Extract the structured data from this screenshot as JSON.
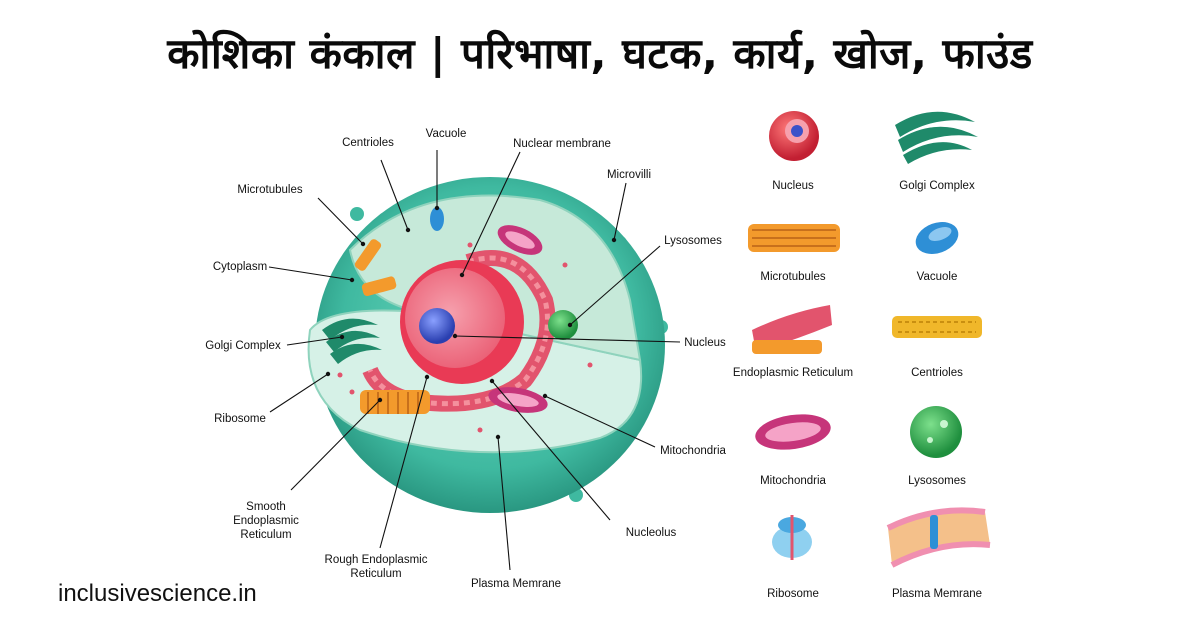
{
  "title": "कोशिका कंकाल | परिभाषा, घटक, कार्य, खोज, फाउंड",
  "website": "inclusivescience.in",
  "cell_labels": {
    "centrioles": "Centrioles",
    "vacuole": "Vacuole",
    "nuclear_membrane": "Nuclear membrane",
    "microvilli": "Microvilli",
    "microtubules": "Microtubules",
    "lysosomes": "Lysosomes",
    "cytoplasm": "Cytoplasm",
    "golgi": "Golgi Complex",
    "nucleus": "Nucleus",
    "ribosome": "Ribosome",
    "mitochondria": "Mitochondria",
    "smooth_er": [
      "Smooth",
      "Endoplasmic",
      "Reticulum"
    ],
    "rough_er": [
      "Rough Endoplasmic",
      "Reticulum"
    ],
    "nucleolus": "Nucleolus",
    "plasma_membrane": "Plasma Memrane"
  },
  "legend": {
    "nucleus": "Nucleus",
    "golgi": "Golgi Complex",
    "microtubules": "Microtubules",
    "vacuole": "Vacuole",
    "er": "Endoplasmic Reticulum",
    "centrioles": "Centrioles",
    "mitochondria": "Mitochondria",
    "lysosomes": "Lysosomes",
    "ribosome": "Ribosome",
    "plasma_membrane": "Plasma Memrane"
  },
  "colors": {
    "membrane": "#3fb9a0",
    "membrane_dark": "#2a9a84",
    "cytoplasm": "#c9ecdf",
    "nucleus_outer": "#e93a55",
    "nucleus_inner": "#f4909d",
    "nucleolus": "#3b51c9",
    "golgi": "#1f8a6a",
    "microtubules": "#f39a2c",
    "vacuole": "#2e8fd6",
    "lysosome": "#2fae52",
    "mitochondria": "#c6357a",
    "er": "#e2546d"
  }
}
